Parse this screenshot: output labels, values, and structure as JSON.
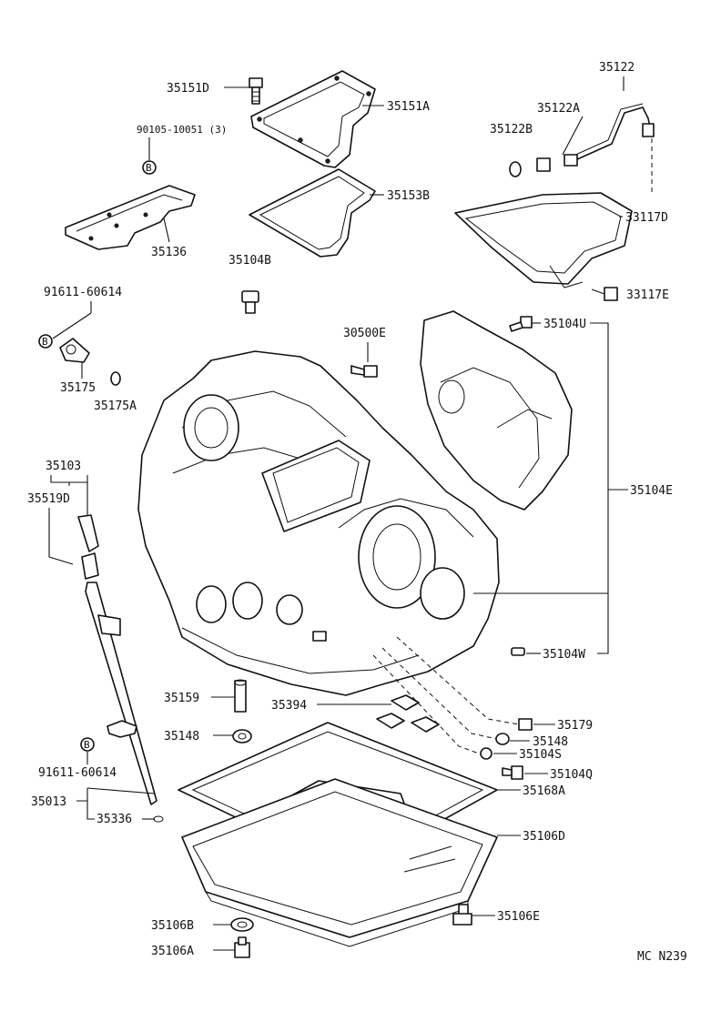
{
  "diagram": {
    "code": "MC N239",
    "labels": {
      "p35151D": "35151D",
      "p35151A": "35151A",
      "p90105": "90105-10051 (3)",
      "pB": "B",
      "p35153B": "35153B",
      "p35136": "35136",
      "p35104B": "35104B",
      "p91611a": "91611-60614",
      "p35175": "35175",
      "p35175A": "35175A",
      "p35122": "35122",
      "p35122A": "35122A",
      "p35122B": "35122B",
      "p33117D": "33117D",
      "p33117E": "33117E",
      "p35104U": "35104U",
      "p30500E": "30500E",
      "p35104E": "35104E",
      "p35103": "35103",
      "p35519D": "35519D",
      "p35104W": "35104W",
      "p35159": "35159",
      "p35394": "35394",
      "p35179": "35179",
      "p35148a": "35148",
      "p35148b": "35148",
      "p35104S": "35104S",
      "p35104Q": "35104Q",
      "p91611b": "91611-60614",
      "p35168A": "35168A",
      "p35013": "35013",
      "p35336": "35336",
      "p35106D": "35106D",
      "p35106B": "35106B",
      "p35106E": "35106E",
      "p35106A": "35106A"
    }
  }
}
